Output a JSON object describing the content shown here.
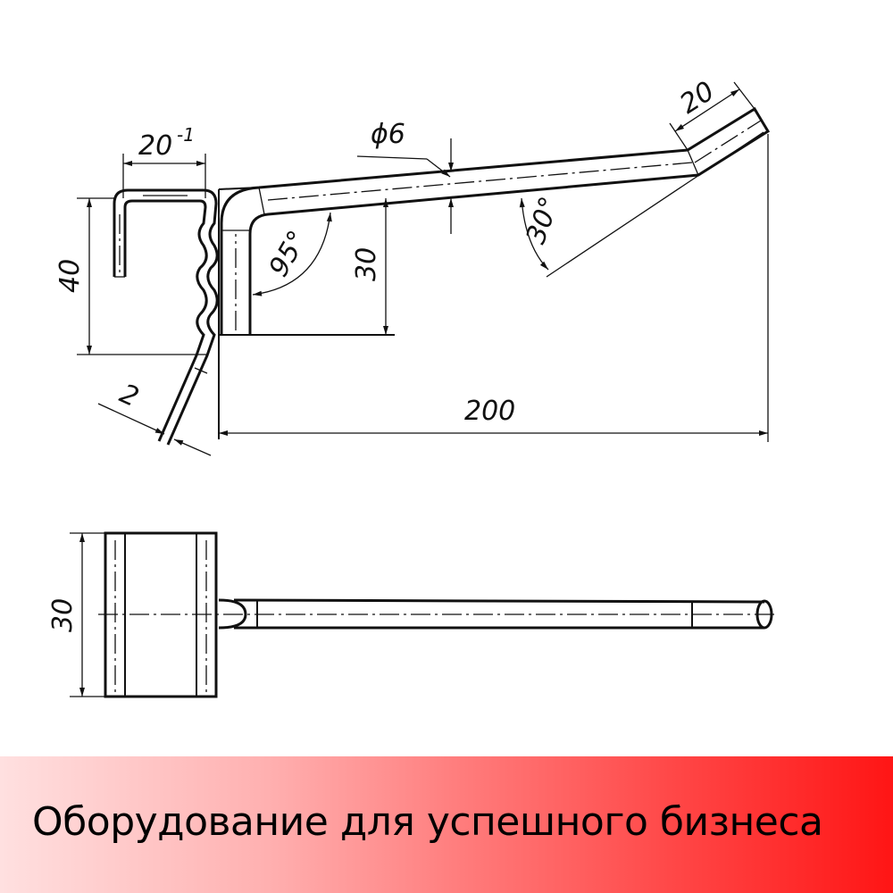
{
  "drawing": {
    "dimensions": {
      "hook_width": "20",
      "hook_width_tolerance": "-1",
      "hook_height": "40",
      "sheet_thickness": "2",
      "rod_diameter": "ϕ6",
      "bend_angle": "95°",
      "rise": "30",
      "tip_angle": "30°",
      "tip_length": "20",
      "total_length": "200",
      "plan_width": "30"
    }
  },
  "banner": {
    "text": "Оборудование для успешного бизнеса",
    "gradient_start": "#ffe0e0",
    "gradient_end": "#ff1515"
  }
}
